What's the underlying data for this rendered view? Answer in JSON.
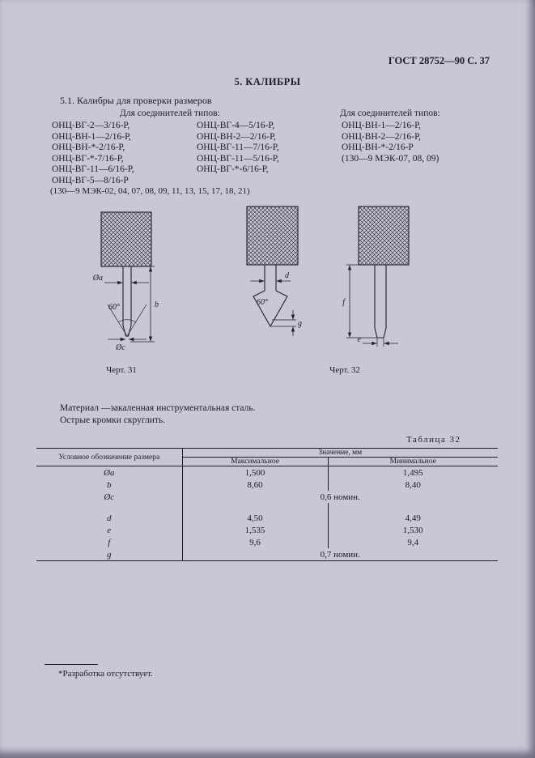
{
  "page": {
    "gost_header": "ГОСТ 28752—90 С. 37",
    "section_title": "5. КАЛИБРЫ",
    "subsection": "5.1. Калибры для проверки размеров"
  },
  "connectors": {
    "left_header": "Для соединителей типов:",
    "right_header": "Для соединителей типов:",
    "col1": [
      "ОНЦ-ВГ-2—3/16-Р,",
      "ОНЦ-ВН-1—2/16-Р,",
      "ОНЦ-ВН-*-2/16-Р,",
      "ОНЦ-ВГ-*-7/16-Р,",
      "ОНЦ-ВГ-11—6/16-Р,",
      "ОНЦ-ВГ-5—8/16-Р"
    ],
    "col2": [
      "ОНЦ-ВГ-4—5/16-Р,",
      "ОНЦ-ВН-2—2/16-Р,",
      "ОНЦ-ВГ-11—7/16-Р,",
      "ОНЦ-ВГ-11—5/16-Р,",
      "ОНЦ-ВГ-*-6/16-Р,"
    ],
    "col3": [
      "ОНЦ-ВН-1—2/16-Р,",
      "ОНЦ-ВН-2—2/16-Р,",
      "ОНЦ-ВН-*-2/16-Р",
      "(130—9 МЭК-07, 08, 09)"
    ],
    "left_note": "(130—9 МЭК-02, 04, 07, 08, 09, 11, 13, 15, 17, 18, 21)"
  },
  "figures": {
    "fig31_caption": "Черт. 31",
    "fig32_caption": "Черт. 32",
    "labels": {
      "dia_a": "Øa",
      "b": "b",
      "dia_c": "Øc",
      "angle1": "60°",
      "angle2": "60°",
      "d": "d",
      "g": "g",
      "f": "f",
      "e": "e"
    }
  },
  "notes": {
    "line1": "Материал —закаленная инструментальная сталь.",
    "line2": "Острые кромки скруглить."
  },
  "table": {
    "caption": "Таблица 32",
    "size_col_header": "Условное обозначение размера",
    "value_header": "Значение, мм",
    "max_header": "Максимальное",
    "min_header": "Минимальное",
    "rows": [
      {
        "name": "Øa",
        "max": "1,500",
        "min": "1,495"
      },
      {
        "name": "b",
        "max": "8,60",
        "min": "8,40"
      },
      {
        "name": "Øc",
        "value": "0,6 номин."
      },
      {
        "name": "d",
        "max": "4,50",
        "min": "4,49"
      },
      {
        "name": "e",
        "max": "1,535",
        "min": "1,530"
      },
      {
        "name": "f",
        "max": "9,6",
        "min": "9,4"
      },
      {
        "name": "g",
        "value": "0,7 номин."
      }
    ]
  },
  "footnote": "*Разработка отсутствует."
}
